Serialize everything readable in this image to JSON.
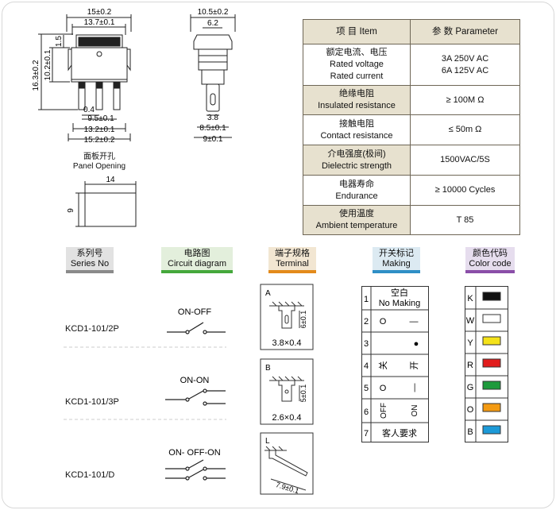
{
  "dims": {
    "top_width_outer": "15±0.2",
    "top_width_inner": "13.7±0.1",
    "top_height_small": "1.5",
    "total_height": "16.3±0.2",
    "body_height": "10.2±0.1",
    "pin_thickness": "0.4",
    "pin_span_a": "9.5±0.1",
    "pin_span_b": "13.2±0.1",
    "base_width": "15.2±0.2",
    "side_width_top": "10.5±0.2",
    "side_width_cap": "6.2",
    "side_pin_width": "3.8",
    "side_body_a": "8.5±0.1",
    "side_body_b": "9±0.1",
    "panel_width": "14",
    "panel_height": "9"
  },
  "panel_opening": {
    "cn": "面板开孔",
    "en": "Panel Opening"
  },
  "spec_table": {
    "header": {
      "item": "项 目   Item",
      "param": "参 数   Parameter"
    },
    "rows": [
      {
        "cn": "额定电流、电压",
        "en1": "Rated voltage",
        "en2": "Rated current",
        "v1": "3A 250V AC",
        "v2": "6A 125V AC"
      },
      {
        "cn": "绝缘电阻",
        "en1": "Insulated resistance",
        "v1": "≥ 100M Ω"
      },
      {
        "cn": "接触电阻",
        "en1": "Contact resistance",
        "v1": "≤ 50m Ω"
      },
      {
        "cn": "介电强度(极间)",
        "en1": "Dielectric strength",
        "v1": "1500VAC/5S"
      },
      {
        "cn": "电器寿命",
        "en1": "Endurance",
        "v1": "≥ 10000 Cycles"
      },
      {
        "cn": "使用温度",
        "en1": "Ambient temperature",
        "v1": "T 85"
      }
    ]
  },
  "sections": {
    "series": {
      "cn": "系列号",
      "en": "Series No"
    },
    "circuit": {
      "cn": "电路图",
      "en": "Circuit diagram"
    },
    "terminal": {
      "cn": "端子规格",
      "en": "Terminal"
    },
    "making": {
      "cn": "开关标记",
      "en": "Making"
    },
    "color": {
      "cn": "颜色代码",
      "en": "Color code"
    }
  },
  "models": [
    "KCD1-101/2P",
    "KCD1-101/3P",
    "KCD1-101/D"
  ],
  "circuits": [
    "ON-OFF",
    "ON-ON",
    "ON- OFF-ON"
  ],
  "terminals": [
    {
      "letter": "A",
      "dim": "6±0.1",
      "size": "3.8×0.4"
    },
    {
      "letter": "B",
      "dim": "5±0.1",
      "size": "2.6×0.4"
    },
    {
      "letter": "L",
      "dim": "7.9±0.1"
    }
  ],
  "making": [
    {
      "n": "1",
      "cn": "空白",
      "en": "No Making"
    },
    {
      "n": "2",
      "left": "O",
      "right": "—"
    },
    {
      "n": "3",
      "right": "●"
    },
    {
      "n": "4",
      "left": "关",
      "right": "开"
    },
    {
      "n": "5",
      "left": "O",
      "right": "—"
    },
    {
      "n": "6",
      "left": "OFF",
      "right": "ON"
    },
    {
      "n": "7",
      "text": "客人要求"
    }
  ],
  "colors": [
    {
      "code": "K",
      "hex": "#111111"
    },
    {
      "code": "W",
      "hex": "#ffffff"
    },
    {
      "code": "Y",
      "hex": "#f4e21a"
    },
    {
      "code": "R",
      "hex": "#e11c1c"
    },
    {
      "code": "G",
      "hex": "#1e9a3c"
    },
    {
      "code": "O",
      "hex": "#f39a12"
    },
    {
      "code": "B",
      "hex": "#1c9ad8"
    }
  ]
}
